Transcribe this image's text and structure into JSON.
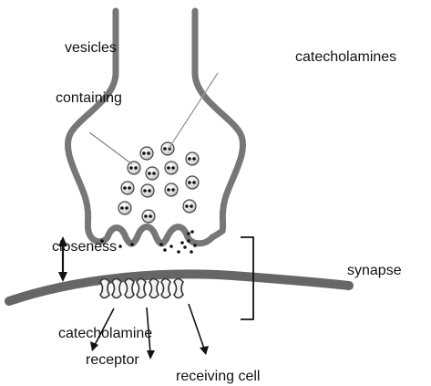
{
  "diagram": {
    "labels": {
      "vesicles": "vesicles",
      "containing": "containing",
      "catecholamines": "catecholamines",
      "closeness": "closeness",
      "synapse": "synapse",
      "catecholamine": "catecholamine",
      "receptor": "receptor",
      "receiving_cell": "receiving cell"
    }
  }
}
